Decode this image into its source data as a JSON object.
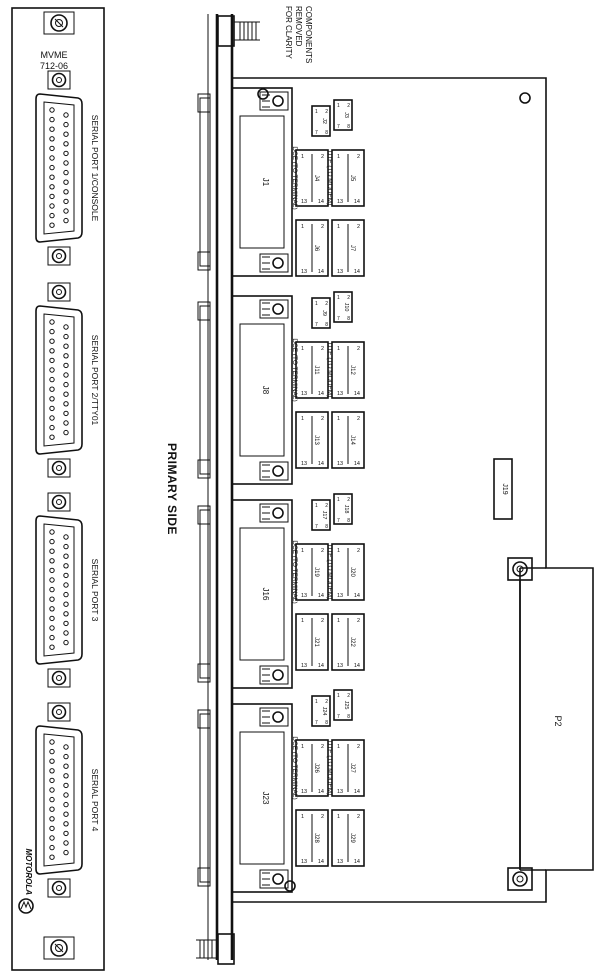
{
  "front_panel": {
    "model": "MVME",
    "model_number": "712-06",
    "ports": [
      "SERIAL PORT 1/CONSOLE",
      "SERIAL PORT 2/TTY01",
      "SERIAL PORT 3",
      "SERIAL PORT 4"
    ],
    "brand": "MOTOROLA"
  },
  "board": {
    "side_label": "PRIMARY SIDE",
    "note_lines": [
      "COMPONENTS",
      "REMOVED",
      "FOR CLARITY"
    ],
    "backplane_connector": "P2",
    "center_header": "J19",
    "port_connectors": [
      "J1",
      "J8",
      "J16",
      "J23"
    ],
    "groups": [
      {
        "dte_label": "DTE (TO MODEM)",
        "dce_label": "DCE (TO TERMINAL)",
        "small_top": "J3",
        "small_bottom": "J2",
        "dte_jumpers": [
          "J5",
          "J7"
        ],
        "dce_jumpers": [
          "J4",
          "J6"
        ]
      },
      {
        "dte_label": "DTE (TO MODEM)",
        "dce_label": "DCE (TO TERMINAL)",
        "small_top": "J10",
        "small_bottom": "J9",
        "dte_jumpers": [
          "J12",
          "J14"
        ],
        "dce_jumpers": [
          "J11",
          "J13"
        ]
      },
      {
        "dte_label": "DTE (TO MODEM)",
        "dce_label": "DCE (TO TERMINAL)",
        "small_top": "J18",
        "small_bottom": "J17",
        "dte_jumpers": [
          "J20",
          "J22"
        ],
        "dce_jumpers": [
          "J19",
          "J21"
        ]
      },
      {
        "dte_label": "DTE (TO MODEM)",
        "dce_label": "DCE (TO TERMINAL)",
        "small_top": "J25",
        "small_bottom": "J24",
        "dte_jumpers": [
          "J27",
          "J29"
        ],
        "dce_jumpers": [
          "J26",
          "J28"
        ]
      }
    ],
    "pin_labels": {
      "large": [
        "2",
        "1",
        "14",
        "13"
      ],
      "small": [
        "2",
        "1",
        "8",
        "7"
      ]
    }
  }
}
